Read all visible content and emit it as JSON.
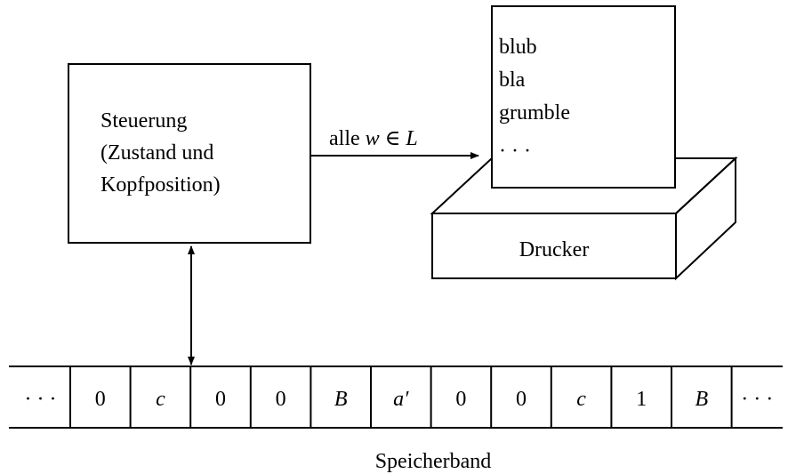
{
  "control": {
    "lines": [
      "Steuerung",
      "(Zustand und",
      "Kopfposition)"
    ]
  },
  "arrow_label": {
    "prefix": "alle ",
    "var": "w",
    "op": " ∈ ",
    "set": "L"
  },
  "paper": {
    "lines": [
      "blub",
      "bla",
      "grumble",
      "· · ·"
    ]
  },
  "printer": {
    "label": "Drucker"
  },
  "tape": {
    "cells": [
      {
        "text": "· · ·",
        "italic": false
      },
      {
        "text": "0",
        "italic": false
      },
      {
        "text": "c",
        "italic": true
      },
      {
        "text": "0",
        "italic": false
      },
      {
        "text": "0",
        "italic": false
      },
      {
        "text": "B",
        "italic": true
      },
      {
        "text": "a′",
        "italic": true
      },
      {
        "text": "0",
        "italic": false
      },
      {
        "text": "0",
        "italic": false
      },
      {
        "text": "c",
        "italic": true
      },
      {
        "text": "1",
        "italic": false
      },
      {
        "text": "B",
        "italic": true
      },
      {
        "text": "· · ·",
        "italic": false
      }
    ],
    "label": "Speicherband"
  }
}
